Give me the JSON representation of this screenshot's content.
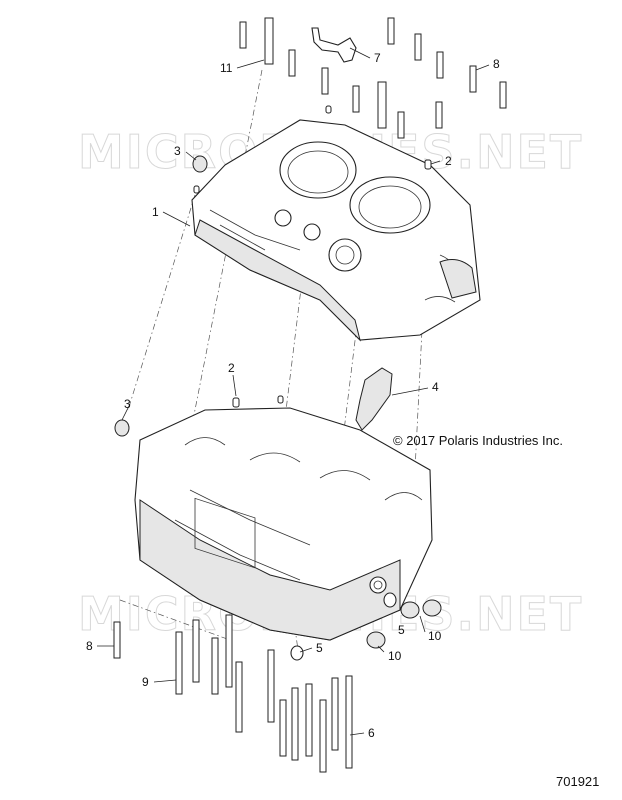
{
  "watermark": "MICROFICHES.NET",
  "copyright": "© 2017 Polaris Industries Inc.",
  "figure_number": "701921",
  "callouts": [
    "1",
    "2",
    "3",
    "4",
    "5",
    "6",
    "7",
    "8",
    "9",
    "10",
    "11"
  ]
}
